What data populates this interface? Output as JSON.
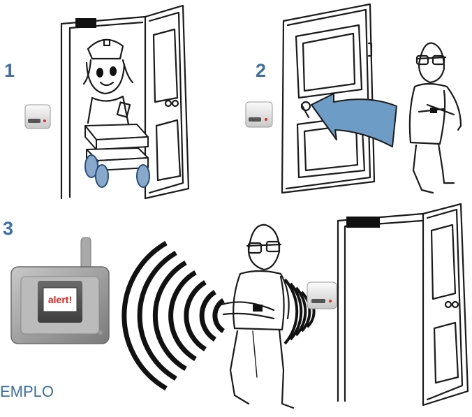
{
  "steps": [
    {
      "number": "1"
    },
    {
      "number": "2"
    },
    {
      "number": "3"
    }
  ],
  "caption": "EMPLO",
  "device_screen_text": "alert!",
  "colors": {
    "step_number": "#3d6fa3",
    "arrow_fill": "#6d9cc6",
    "wheel_fill": "#88a9cc",
    "alert_red": "#e0201a",
    "door_top_bar": "#111111"
  },
  "icons": [
    "wall-sensor-icon",
    "alert-receiver-icon",
    "signal-waves-icon"
  ]
}
